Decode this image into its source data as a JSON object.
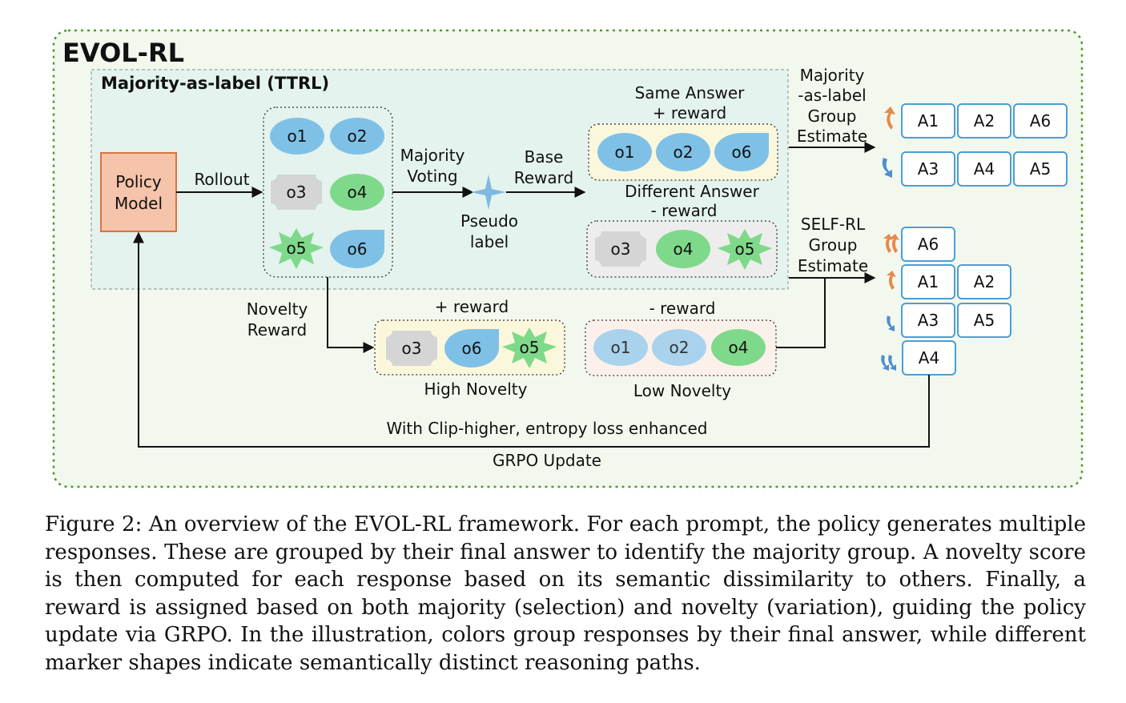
{
  "frame": {
    "title": "EVOL-RL"
  },
  "ttrl": {
    "title": "Majority-as-label (TTRL)"
  },
  "policy": {
    "line1": "Policy",
    "line2": "Model"
  },
  "edges": {
    "rollout": "Rollout",
    "majority_voting_1": "Majority",
    "majority_voting_2": "Voting",
    "base_reward_1": "Base",
    "base_reward_2": "Reward",
    "pseudo_label_1": "Pseudo",
    "pseudo_label_2": "label",
    "novelty_reward_1": "Novelty",
    "novelty_reward_2": "Reward"
  },
  "outputs": {
    "o1": "o1",
    "o2": "o2",
    "o3": "o3",
    "o4": "o4",
    "o5": "o5",
    "o6": "o6"
  },
  "same_answer": {
    "line1": "Same Answer",
    "line2": "+ reward"
  },
  "different_answer": {
    "line1": "Different Answer",
    "line2": "- reward"
  },
  "novelty": {
    "high_reward": "+ reward",
    "high_label": "High Novelty",
    "low_reward": "- reward",
    "low_label": "Low Novelty"
  },
  "estimates": {
    "majority_1": "Majority",
    "majority_2": "-as-label",
    "majority_3": "Group",
    "majority_4": "Estimate",
    "selfrl_1": "SELF-RL",
    "selfrl_2": "Group",
    "selfrl_3": "Estimate"
  },
  "answers": {
    "a1": "A1",
    "a2": "A2",
    "a3": "A3",
    "a4": "A4",
    "a5": "A5",
    "a6": "A6"
  },
  "update": {
    "clip_label": "With Clip-higher, entropy loss enhanced",
    "grpo_label": "GRPO Update"
  },
  "caption": "Figure 2: An overview of the EVOL-RL framework. For each prompt, the policy generates multiple responses. These are grouped by their final answer to identify the majority group. A novelty score is then computed for each response based on its semantic dissimilarity to others. Finally, a reward is assigned based on both majority (selection) and novelty (variation), guiding the policy update via GRPO. In the illustration, colors group responses by their final answer, while different marker shapes indicate semantically distinct reasoning paths.",
  "colors": {
    "frame_bg": "#f3f8ee",
    "frame_border": "#4e9a2f",
    "ttrl_bg": "#e4f3ee",
    "policy_fill": "#f6c3ab",
    "policy_border": "#d9743f",
    "blue": "#7fc1e6",
    "light_blue": "#a9d3ec",
    "green": "#7fd98a",
    "gray": "#d5d5d5",
    "answer_border": "#4a9fd4",
    "up_arrow": "#e7894a",
    "down_arrow": "#4f8fce"
  }
}
